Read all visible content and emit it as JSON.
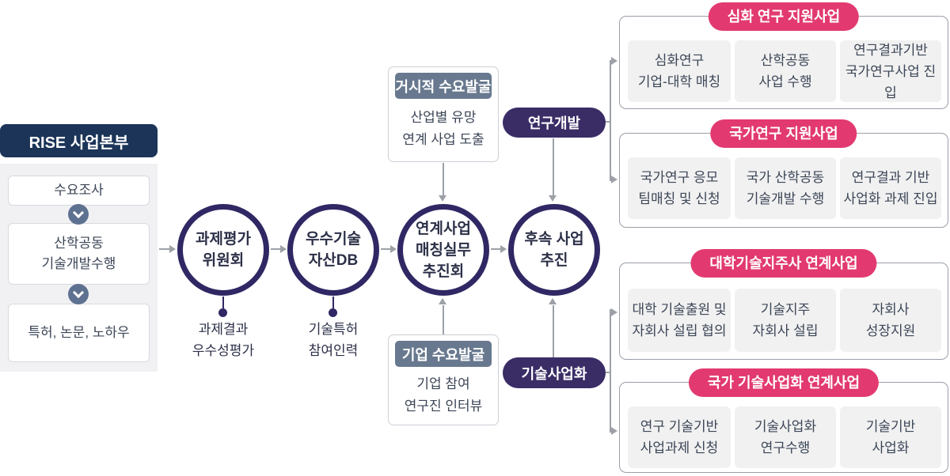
{
  "colors": {
    "navy": "#1B3458",
    "slate": "#68798F",
    "slate_icon": "#5E7190",
    "purple": "#3A2D66",
    "indigo": "#2F2864",
    "pink": "#E23A70",
    "line_gray": "#9DA1A7",
    "panel_bg": "#F1F1F4",
    "graybox_bg": "#F1F1F1"
  },
  "icons": {
    "chevron_down": "chevron-down-icon (white chevron in slate circle)",
    "flow_dot": "filled indigo dot connector"
  },
  "left": {
    "header": "RISE 사업본부",
    "steps": [
      "수요조사",
      "산학공동\n기술개발수행",
      "특허, 논문, 노하우"
    ]
  },
  "flow": {
    "circles": [
      {
        "label": "과제평가\n위원회",
        "note": "과제결과\n우수성평가"
      },
      {
        "label": "우수기술\n자산DB",
        "note": "기술특허\n참여인력"
      },
      {
        "label": "연계사업\n매칭실무\n추진회"
      },
      {
        "label": "후속 사업\n추진"
      }
    ]
  },
  "demand": {
    "macro": {
      "title": "거시적 수요발굴",
      "body": "산업별 유망\n연계 사업 도출"
    },
    "company": {
      "title": "기업 수요발굴",
      "body": "기업 참여\n연구진 인터뷰"
    }
  },
  "tracks": {
    "rnd": "연구개발",
    "commercialization": "기술사업화"
  },
  "programs": [
    {
      "title": "심화 연구 지원사업",
      "items": [
        "심화연구\n기업-대학 매칭",
        "산학공동\n사업 수행",
        "연구결과기반\n국가연구사업 진입"
      ]
    },
    {
      "title": "국가연구 지원사업",
      "items": [
        "국가연구 응모\n팀매칭 및 신청",
        "국가 산학공동\n기술개발 수행",
        "연구결과 기반\n사업화 과제 진입"
      ]
    },
    {
      "title": "대학기술지주사 연계사업",
      "items": [
        "대학 기술출원 및\n자회사 설립 협의",
        "기술지주\n자회사 설립",
        "자회사\n성장지원"
      ]
    },
    {
      "title": "국가 기술사업화 연계사업",
      "items": [
        "연구 기술기반\n사업과제 신청",
        "기술사업화\n연구수행",
        "기술기반\n사업화"
      ]
    }
  ]
}
